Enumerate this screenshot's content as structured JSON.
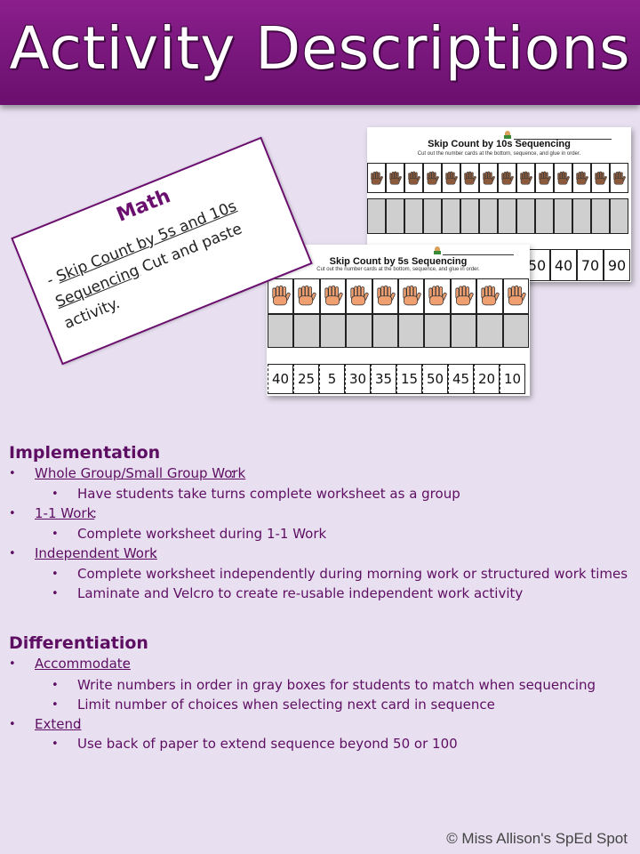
{
  "header": {
    "title": "Activity Descriptions"
  },
  "math_card": {
    "title": "Math",
    "dash": "-",
    "link_text": "Skip Count by 5s and 10s Sequencing",
    "rest_text": " Cut and paste activity."
  },
  "sheet_10s": {
    "title": "Skip Count by 10s Sequencing",
    "subtitle": "Cut out the number cards at the bottom, sequence, and glue in order.",
    "numbers": [
      "50",
      "40",
      "70",
      "90"
    ]
  },
  "sheet_5s": {
    "title": "Skip Count by 5s Sequencing",
    "subtitle": "Cut out the number cards at the bottom, sequence, and glue in order.",
    "numbers": [
      "40",
      "25",
      "5",
      "30",
      "35",
      "15",
      "50",
      "45",
      "20",
      "10"
    ]
  },
  "implementation": {
    "heading": "Implementation",
    "items": [
      {
        "label": "Whole Group/Small Group Work",
        "sub": [
          "Have students take turns complete worksheet as a group"
        ]
      },
      {
        "label": "1-1 Work",
        "sub": [
          "Complete worksheet during 1-1 Work"
        ]
      },
      {
        "label": "Independent Work",
        "sub": [
          "Complete worksheet independently during morning work or structured work times",
          "Laminate and Velcro to create re-usable independent work activity"
        ]
      }
    ]
  },
  "differentiation": {
    "heading": "Differentiation",
    "items": [
      {
        "label": "Accommodate",
        "sub": [
          "Write numbers in order in gray boxes for students to match when sequencing",
          "Limit number of choices when selecting next card in sequence"
        ]
      },
      {
        "label": "Extend",
        "sub": [
          "Use back of paper to extend sequence beyond 50 or 100"
        ]
      }
    ]
  },
  "footer": {
    "credit": "© Miss Allison's SpEd Spot"
  },
  "colors": {
    "banner": "#7a1a7d",
    "text": "#5e0e62",
    "background": "#e8e0f0",
    "hand_dark": "#8b5a3c",
    "hand_light": "#f0a070"
  }
}
